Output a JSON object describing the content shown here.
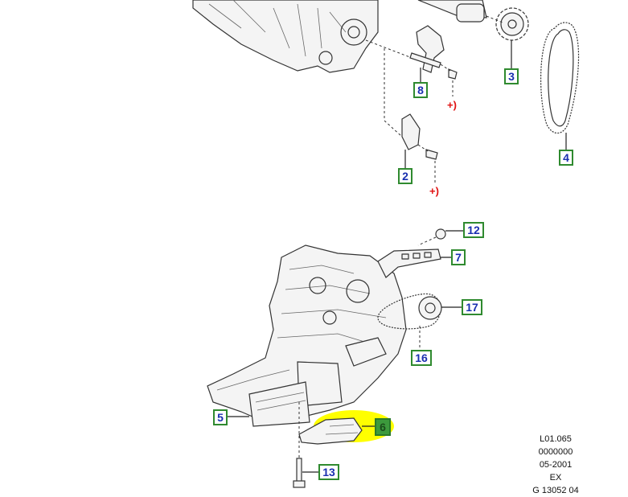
{
  "diagram": {
    "callouts": [
      {
        "id": "8",
        "highlighted": false
      },
      {
        "id": "3",
        "highlighted": false
      },
      {
        "id": "4",
        "highlighted": false
      },
      {
        "id": "2",
        "highlighted": false
      },
      {
        "id": "12",
        "highlighted": false
      },
      {
        "id": "7",
        "highlighted": false
      },
      {
        "id": "17",
        "highlighted": false
      },
      {
        "id": "16",
        "highlighted": false
      },
      {
        "id": "5",
        "highlighted": false
      },
      {
        "id": "6",
        "highlighted": true
      },
      {
        "id": "13",
        "highlighted": false
      }
    ],
    "torque_marks": [
      "+)",
      "+)"
    ],
    "highlight_color": "#ffff00",
    "callout_border_color": "#2f8a2f",
    "callout_text_color": "#1a2fb0",
    "torque_color": "#e01010"
  },
  "reference_block": {
    "line1": "L01.065",
    "line2": "0000000",
    "line3": "05-2001",
    "line4": "EX",
    "line5": "G 13052 04"
  }
}
